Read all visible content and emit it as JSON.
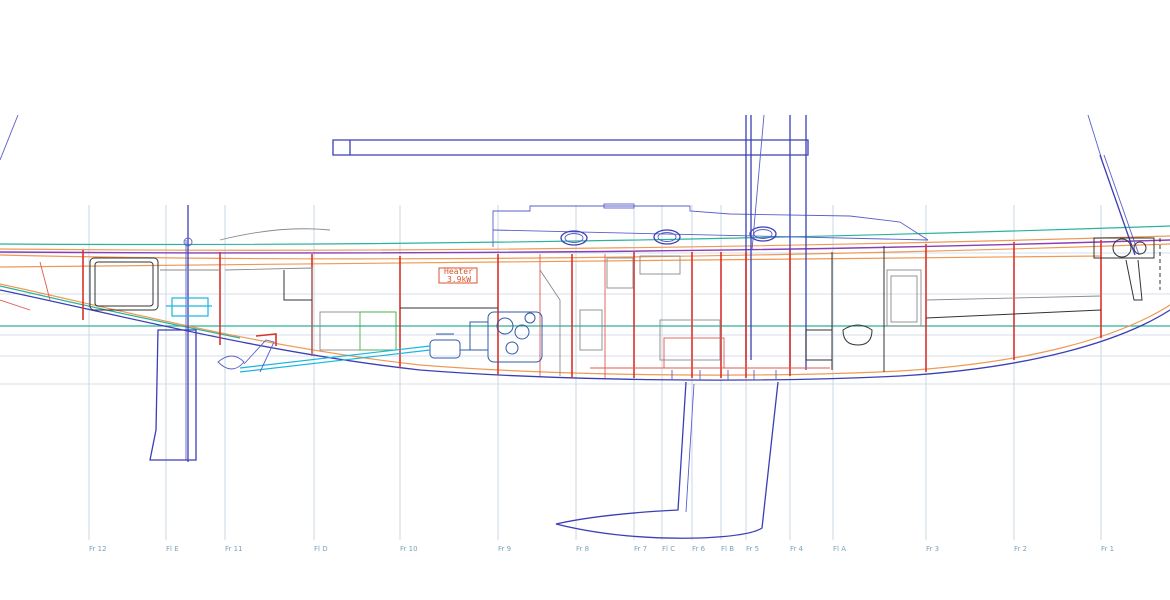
{
  "drawing": {
    "frames": [
      {
        "id": "fr12",
        "label": "Fr 12"
      },
      {
        "id": "flE",
        "label": "Fl E"
      },
      {
        "id": "fr11",
        "label": "Fr 11"
      },
      {
        "id": "flD",
        "label": "Fl D"
      },
      {
        "id": "fr10",
        "label": "Fr 10"
      },
      {
        "id": "fr9",
        "label": "Fr 9"
      },
      {
        "id": "fr8",
        "label": "Fr 8"
      },
      {
        "id": "fr7",
        "label": "Fr 7"
      },
      {
        "id": "flC",
        "label": "Fl C"
      },
      {
        "id": "fr6",
        "label": "Fr 6"
      },
      {
        "id": "flB",
        "label": "Fl B"
      },
      {
        "id": "fr5",
        "label": "Fr 5"
      },
      {
        "id": "fr4",
        "label": "Fr 4"
      },
      {
        "id": "flA",
        "label": "Fl A"
      },
      {
        "id": "fr3",
        "label": "Fr 3"
      },
      {
        "id": "fr2",
        "label": "Fr 2"
      },
      {
        "id": "fr1",
        "label": "Fr 1"
      }
    ],
    "heater": {
      "line1": "Heater",
      "line2": "3.9kW"
    },
    "colors": {
      "hull": "#3a3fb5",
      "bulkhead": "#d9322b",
      "sheer": "#ee9a55",
      "waterline": "#2bb39a",
      "deck": "#8a3fb5",
      "grid": "#c9d9e4",
      "frame_label": "#7aa3bf"
    }
  }
}
